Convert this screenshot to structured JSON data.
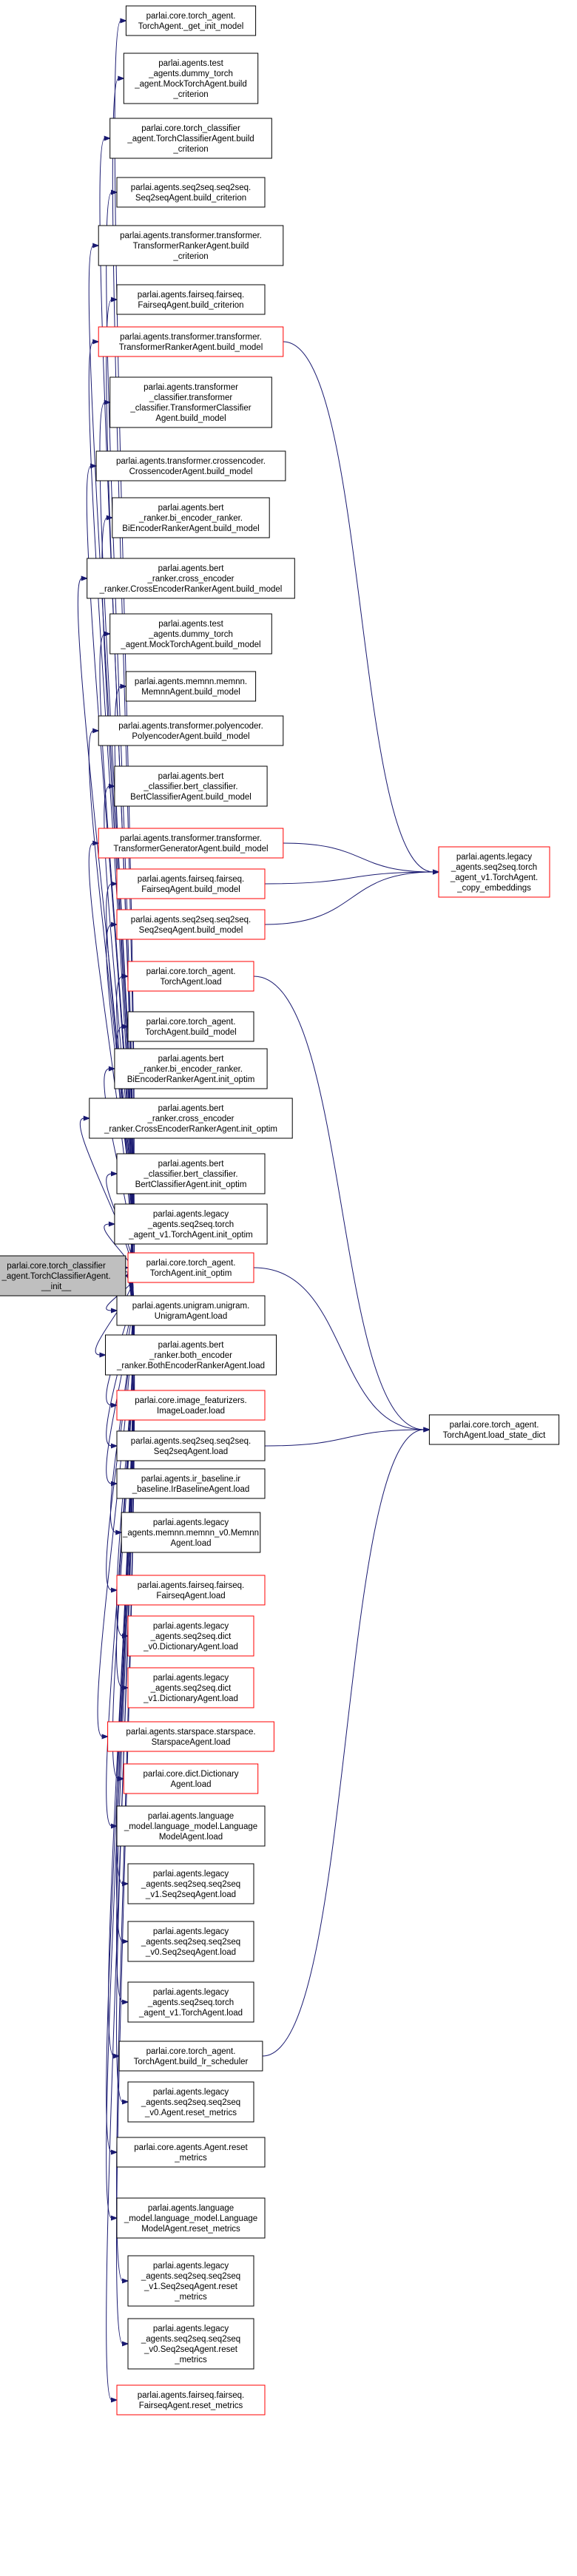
{
  "graph": {
    "root": {
      "id": "root",
      "lines": [
        "parlai.core.torch_classifier",
        "_agent.TorchClassifierAgent.",
        "__init__"
      ],
      "style": "root"
    },
    "callees": [
      {
        "id": "n1",
        "lines": [
          "parlai.core.torch_agent.",
          "TorchAgent._get_init_model"
        ],
        "style": "black"
      },
      {
        "id": "n2",
        "lines": [
          "parlai.agents.test",
          "_agents.dummy_torch",
          "_agent.MockTorchAgent.build",
          "_criterion"
        ],
        "style": "black"
      },
      {
        "id": "n3",
        "lines": [
          "parlai.core.torch_classifier",
          "_agent.TorchClassifierAgent.build",
          "_criterion"
        ],
        "style": "black"
      },
      {
        "id": "n4",
        "lines": [
          "parlai.agents.seq2seq.seq2seq.",
          "Seq2seqAgent.build_criterion"
        ],
        "style": "black"
      },
      {
        "id": "n5",
        "lines": [
          "parlai.agents.transformer.transformer.",
          "TransformerRankerAgent.build",
          "_criterion"
        ],
        "style": "black"
      },
      {
        "id": "n6",
        "lines": [
          "parlai.agents.fairseq.fairseq.",
          "FairseqAgent.build_criterion"
        ],
        "style": "black"
      },
      {
        "id": "n7",
        "lines": [
          "parlai.agents.transformer.transformer.",
          "TransformerRankerAgent.build_model"
        ],
        "style": "red"
      },
      {
        "id": "n8",
        "lines": [
          "parlai.agents.transformer",
          "_classifier.transformer",
          "_classifier.TransformerClassifier",
          "Agent.build_model"
        ],
        "style": "black"
      },
      {
        "id": "n9",
        "lines": [
          "parlai.agents.transformer.crossencoder.",
          "CrossencoderAgent.build_model"
        ],
        "style": "black"
      },
      {
        "id": "n10",
        "lines": [
          "parlai.agents.bert",
          "_ranker.bi_encoder_ranker.",
          "BiEncoderRankerAgent.build_model"
        ],
        "style": "black"
      },
      {
        "id": "n11",
        "lines": [
          "parlai.agents.bert",
          "_ranker.cross_encoder",
          "_ranker.CrossEncoderRankerAgent.build_model"
        ],
        "style": "black"
      },
      {
        "id": "n12",
        "lines": [
          "parlai.agents.test",
          "_agents.dummy_torch",
          "_agent.MockTorchAgent.build_model"
        ],
        "style": "black"
      },
      {
        "id": "n13",
        "lines": [
          "parlai.agents.memnn.memnn.",
          "MemnnAgent.build_model"
        ],
        "style": "black"
      },
      {
        "id": "n14",
        "lines": [
          "parlai.agents.transformer.polyencoder.",
          "PolyencoderAgent.build_model"
        ],
        "style": "black"
      },
      {
        "id": "n15",
        "lines": [
          "parlai.agents.bert",
          "_classifier.bert_classifier.",
          "BertClassifierAgent.build_model"
        ],
        "style": "black"
      },
      {
        "id": "n16",
        "lines": [
          "parlai.agents.transformer.transformer.",
          "TransformerGeneratorAgent.build_model"
        ],
        "style": "red"
      },
      {
        "id": "n17",
        "lines": [
          "parlai.agents.fairseq.fairseq.",
          "FairseqAgent.build_model"
        ],
        "style": "red"
      },
      {
        "id": "n18",
        "lines": [
          "parlai.agents.seq2seq.seq2seq.",
          "Seq2seqAgent.build_model"
        ],
        "style": "red"
      },
      {
        "id": "n19",
        "lines": [
          "parlai.core.torch_agent.",
          "TorchAgent.load"
        ],
        "style": "red"
      },
      {
        "id": "n20",
        "lines": [
          "parlai.core.torch_agent.",
          "TorchAgent.build_model"
        ],
        "style": "black"
      },
      {
        "id": "n21",
        "lines": [
          "parlai.agents.bert",
          "_ranker.bi_encoder_ranker.",
          "BiEncoderRankerAgent.init_optim"
        ],
        "style": "black"
      },
      {
        "id": "n22",
        "lines": [
          "parlai.agents.bert",
          "_ranker.cross_encoder",
          "_ranker.CrossEncoderRankerAgent.init_optim"
        ],
        "style": "black"
      },
      {
        "id": "n23",
        "lines": [
          "parlai.agents.bert",
          "_classifier.bert_classifier.",
          "BertClassifierAgent.init_optim"
        ],
        "style": "black"
      },
      {
        "id": "n24",
        "lines": [
          "parlai.agents.legacy",
          "_agents.seq2seq.torch",
          "_agent_v1.TorchAgent.init_optim"
        ],
        "style": "black"
      },
      {
        "id": "n25",
        "lines": [
          "parlai.core.torch_agent.",
          "TorchAgent.init_optim"
        ],
        "style": "red"
      },
      {
        "id": "n26",
        "lines": [
          "parlai.agents.unigram.unigram.",
          "UnigramAgent.load"
        ],
        "style": "black"
      },
      {
        "id": "n27",
        "lines": [
          "parlai.agents.bert",
          "_ranker.both_encoder",
          "_ranker.BothEncoderRankerAgent.load"
        ],
        "style": "black"
      },
      {
        "id": "n28",
        "lines": [
          "parlai.core.image_featurizers.",
          "ImageLoader.load"
        ],
        "style": "red"
      },
      {
        "id": "n29",
        "lines": [
          "parlai.agents.seq2seq.seq2seq.",
          "Seq2seqAgent.load"
        ],
        "style": "black"
      },
      {
        "id": "n30",
        "lines": [
          "parlai.agents.ir_baseline.ir",
          "_baseline.IrBaselineAgent.load"
        ],
        "style": "black"
      },
      {
        "id": "n31",
        "lines": [
          "parlai.agents.legacy",
          "_agents.memnn.memnn_v0.Memnn",
          "Agent.load"
        ],
        "style": "black"
      },
      {
        "id": "n32",
        "lines": [
          "parlai.agents.fairseq.fairseq.",
          "FairseqAgent.load"
        ],
        "style": "red"
      },
      {
        "id": "n33",
        "lines": [
          "parlai.agents.legacy",
          "_agents.seq2seq.dict",
          "_v0.DictionaryAgent.load"
        ],
        "style": "red"
      },
      {
        "id": "n34",
        "lines": [
          "parlai.agents.legacy",
          "_agents.seq2seq.dict",
          "_v1.DictionaryAgent.load"
        ],
        "style": "red"
      },
      {
        "id": "n35",
        "lines": [
          "parlai.agents.starspace.starspace.",
          "StarspaceAgent.load"
        ],
        "style": "red"
      },
      {
        "id": "n36",
        "lines": [
          "parlai.core.dict.Dictionary",
          "Agent.load"
        ],
        "style": "red"
      },
      {
        "id": "n37",
        "lines": [
          "parlai.agents.language",
          "_model.language_model.Language",
          "ModelAgent.load"
        ],
        "style": "black"
      },
      {
        "id": "n38",
        "lines": [
          "parlai.agents.legacy",
          "_agents.seq2seq.seq2seq",
          "_v1.Seq2seqAgent.load"
        ],
        "style": "black"
      },
      {
        "id": "n39",
        "lines": [
          "parlai.agents.legacy",
          "_agents.seq2seq.seq2seq",
          "_v0.Seq2seqAgent.load"
        ],
        "style": "black"
      },
      {
        "id": "n40",
        "lines": [
          "parlai.agents.legacy",
          "_agents.seq2seq.torch",
          "_agent_v1.TorchAgent.load"
        ],
        "style": "black"
      },
      {
        "id": "n41",
        "lines": [
          "parlai.core.torch_agent.",
          "TorchAgent.build_lr_scheduler"
        ],
        "style": "black"
      },
      {
        "id": "n42",
        "lines": [
          "parlai.agents.legacy",
          "_agents.seq2seq.seq2seq",
          "_v0.Agent.reset_metrics"
        ],
        "style": "black"
      },
      {
        "id": "n43",
        "lines": [
          "parlai.core.agents.Agent.reset",
          "_metrics"
        ],
        "style": "black"
      },
      {
        "id": "n44",
        "lines": [
          "parlai.agents.language",
          "_model.language_model.Language",
          "ModelAgent.reset_metrics"
        ],
        "style": "black"
      },
      {
        "id": "n45",
        "lines": [
          "parlai.agents.legacy",
          "_agents.seq2seq.seq2seq",
          "_v1.Seq2seqAgent.reset",
          "_metrics"
        ],
        "style": "black"
      },
      {
        "id": "n46",
        "lines": [
          "parlai.agents.legacy",
          "_agents.seq2seq.seq2seq",
          "_v0.Seq2seqAgent.reset",
          "_metrics"
        ],
        "style": "black"
      },
      {
        "id": "n47",
        "lines": [
          "parlai.agents.fairseq.fairseq.",
          "FairseqAgent.reset_metrics"
        ],
        "style": "red"
      }
    ],
    "sinks": [
      {
        "id": "s1",
        "lines": [
          "parlai.agents.legacy",
          "_agents.seq2seq.torch",
          "_agent_v1.TorchAgent.",
          "_copy_embeddings"
        ],
        "style": "red"
      },
      {
        "id": "s2",
        "lines": [
          "parlai.core.torch_agent.",
          "TorchAgent.load_state_dict"
        ],
        "style": "black"
      }
    ],
    "secondary_edges": [
      {
        "from": "n7",
        "to": "s1"
      },
      {
        "from": "n16",
        "to": "s1"
      },
      {
        "from": "n17",
        "to": "s1"
      },
      {
        "from": "n18",
        "to": "s1"
      },
      {
        "from": "n19",
        "to": "s2"
      },
      {
        "from": "n25",
        "to": "s2"
      },
      {
        "from": "n29",
        "to": "s2"
      },
      {
        "from": "n41",
        "to": "s2"
      }
    ]
  }
}
